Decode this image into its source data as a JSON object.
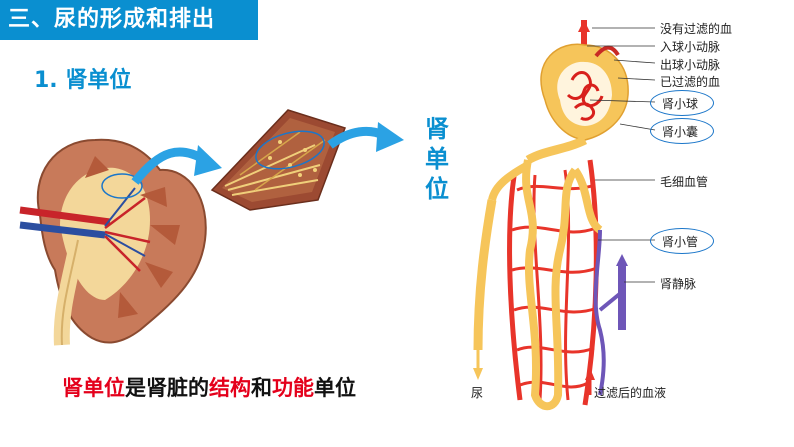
{
  "header": {
    "title": "三、尿的形成和排出"
  },
  "subtitle": "1. 肾单位",
  "vertical_label": [
    "肾",
    "单",
    "位"
  ],
  "caption": {
    "parts": [
      {
        "text": "肾单位",
        "highlight": true
      },
      {
        "text": "是肾脏的",
        "highlight": false
      },
      {
        "text": "结构",
        "highlight": true
      },
      {
        "text": "和",
        "highlight": false
      },
      {
        "text": "功能",
        "highlight": true
      },
      {
        "text": "单位",
        "highlight": false
      }
    ]
  },
  "diagram_labels": {
    "unfiltered_blood": "没有过滤的血",
    "afferent_arteriole": "入球小动脉",
    "efferent_arteriole": "出球小动脉",
    "filtered_blood": "已过滤的血",
    "glomerulus": "肾小球",
    "bowmans_capsule": "肾小囊",
    "capillaries": "毛细血管",
    "renal_tubule": "肾小管",
    "renal_vein": "肾静脉",
    "urine": "尿",
    "filtered_plasma": "过滤后的血液"
  },
  "colors": {
    "accent": "#0a8fd0",
    "highlight": "#e4001b",
    "artery": "#e8342a",
    "vein": "#6e56b8",
    "tubule": "#f6c55a"
  }
}
